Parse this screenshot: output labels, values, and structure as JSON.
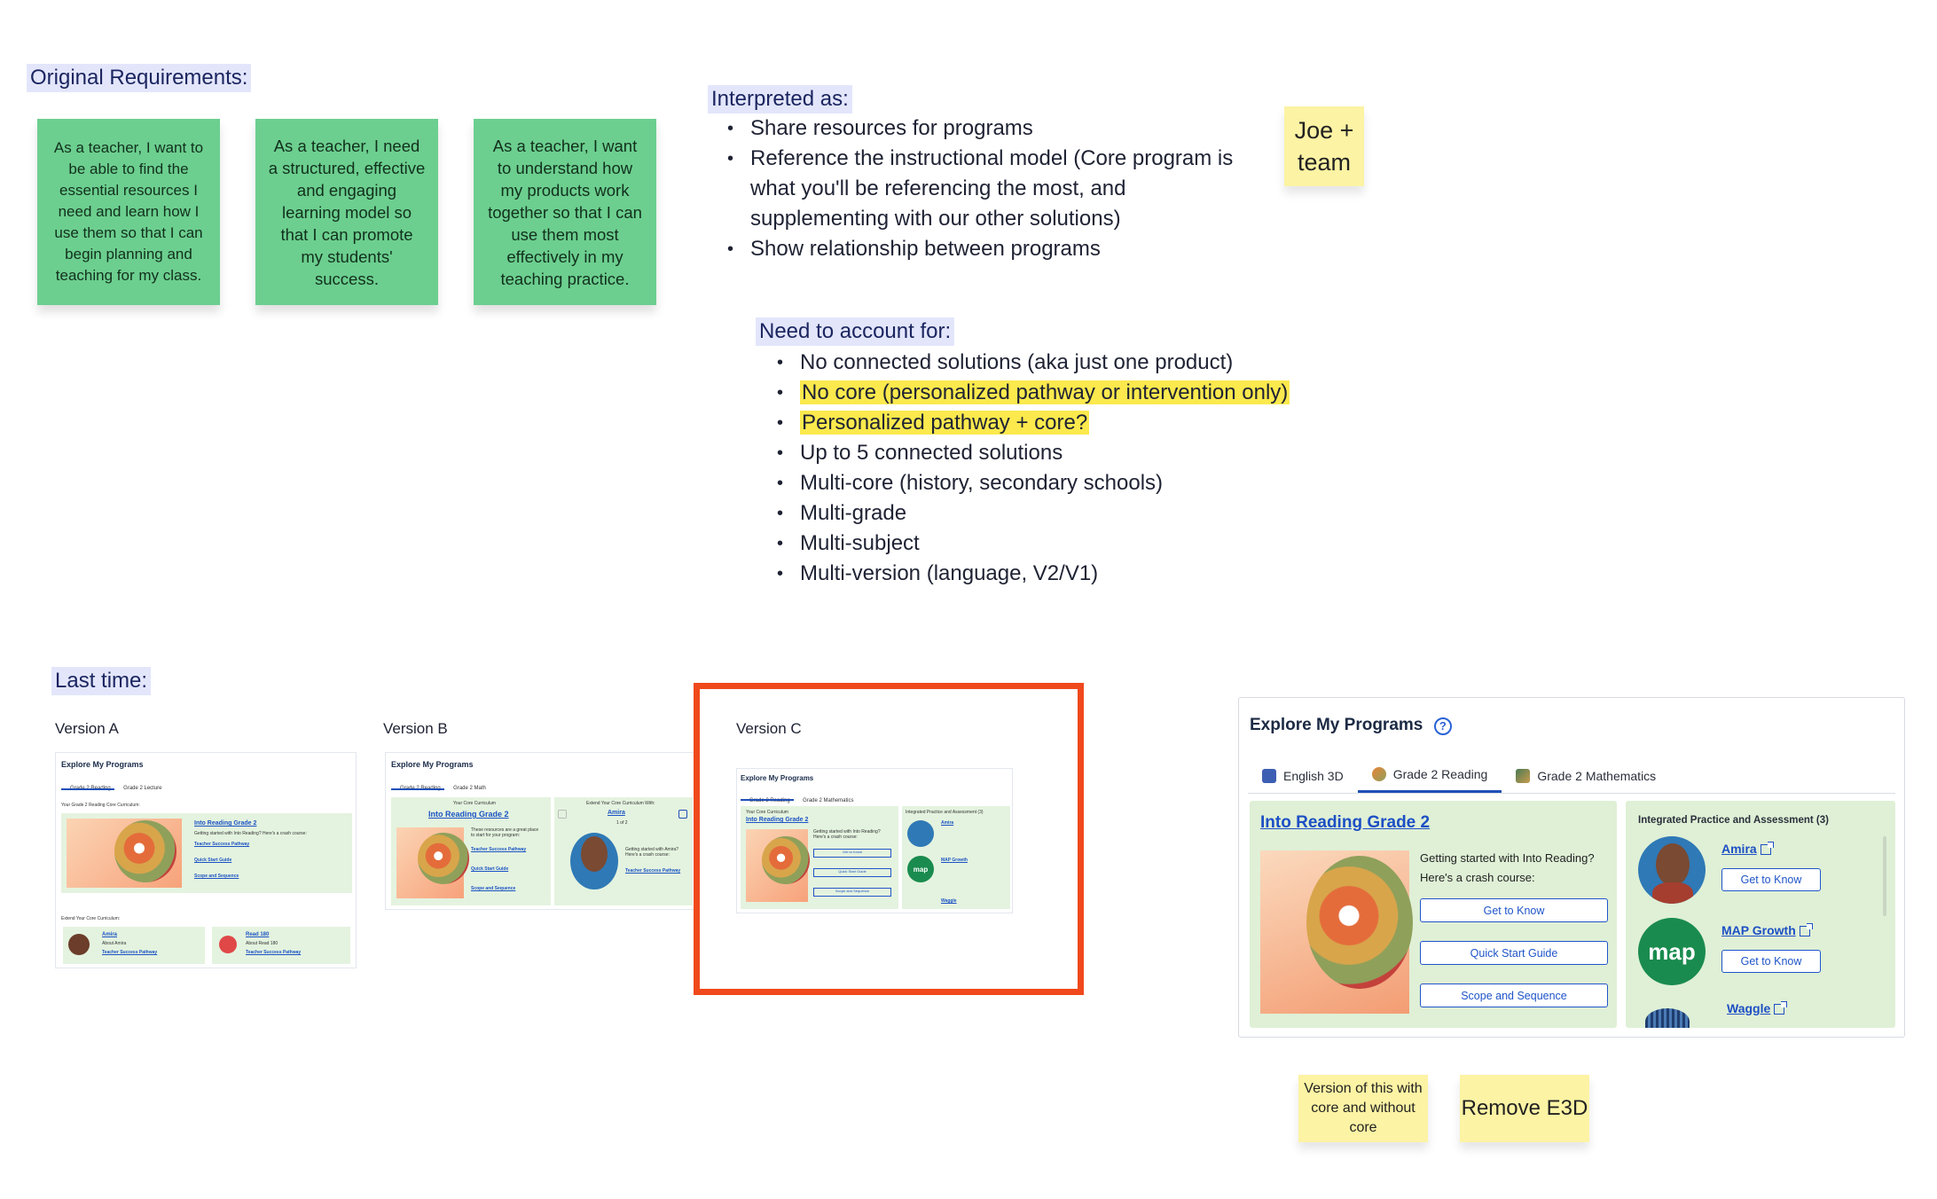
{
  "original_requirements": {
    "heading": "Original Requirements:",
    "stickies": [
      "As a teacher, I want to be able to find the essential resources I need and learn how I use them so that I can begin planning and teaching for my class.",
      "As a teacher, I need a structured, effective and engaging learning model so that I can promote my students' success.",
      "As a teacher, I want to  understand how my products work together so that I can use them most effectively in my teaching practice."
    ]
  },
  "interpreted": {
    "heading": "Interpreted as:",
    "items": [
      "Share resources for programs",
      "Reference the instructional model (Core program is what you'll be referencing the most, and supplementing with our other solutions)",
      "Show relationship between programs"
    ]
  },
  "joe_sticky": "Joe + team",
  "account_for": {
    "heading": "Need to account for:",
    "items": [
      "No connected solutions (aka just one product)",
      "No core (personalized pathway or intervention only)",
      "Personalized pathway + core?",
      "Up to 5 connected solutions",
      "Multi-core (history, secondary schools)",
      "Multi-grade",
      "Multi-subject",
      "Multi-version (language, V2/V1)"
    ],
    "highlight_color": "#fbe94d"
  },
  "last_time": {
    "heading": "Last time:",
    "version_a": {
      "label": "Version A",
      "title": "Explore My Programs",
      "tabs": [
        "Grade 2 Reading",
        "Grade 2 Lecture"
      ],
      "section": "Your Grade 2 Reading Core Curriculum:",
      "program": "Into Reading Grade 2",
      "intro": "Getting started with Into Reading? Here's a crash course:",
      "links": [
        "Teacher Success Pathway",
        "Quick Start Guide",
        "Scope and Sequence"
      ],
      "extend": "Extend Your Core Curriculum:",
      "extras": [
        {
          "name": "Amira",
          "about": "About Amira",
          "link": "Teacher Success Pathway"
        },
        {
          "name": "Read 180",
          "about": "About Read 180",
          "link": "Teacher Success Pathway"
        }
      ]
    },
    "version_b": {
      "label": "Version B",
      "title": "Explore My Programs",
      "tabs": [
        "Grade 2 Reading",
        "Grade 2 Math"
      ],
      "section": "Your Core Curriculum",
      "program": "Into Reading Grade 2",
      "intro": "These resources are a great place to start for your program:",
      "links": [
        "Teacher Success Pathway",
        "Quick Start Guide",
        "Scope and Sequence"
      ],
      "extend": "Extend Your Core Curriculum With:",
      "extra_name": "Amira",
      "extra_intro": "Getting started with Amira? Here's a crash course:",
      "extra_link": "Teacher Success Pathway",
      "pager": "1 of 2"
    },
    "version_c": {
      "label": "Version C",
      "title": "Explore My Programs",
      "tabs": [
        "Grade 2 Reading",
        "Grade 2 Mathematics"
      ],
      "section": "Your Core Curriculum",
      "program": "Into Reading Grade 2",
      "intro": "Getting started with Into Reading? Here's a crash course:",
      "buttons": [
        "Get to Know",
        "Quick Start Guide",
        "Scope and Sequence"
      ],
      "right_heading": "Integrated Practice and Assessment (3)",
      "extras": [
        "Amira",
        "MAP Growth",
        "Waggle"
      ],
      "highlight_border": "#f0491c"
    }
  },
  "explore": {
    "title": "Explore My Programs",
    "help_icon": "question-circle-icon",
    "tabs": [
      "English 3D",
      "Grade 2 Reading",
      "Grade 2 Mathematics"
    ],
    "active_tab": "Grade 2 Reading",
    "program_title": "Into Reading Grade 2",
    "intro": "Getting started with Into Reading? Here's a crash course:",
    "buttons": [
      "Get to Know",
      "Quick Start Guide",
      "Scope and Sequence"
    ],
    "right_heading": "Integrated Practice and Assessment (3)",
    "solutions": [
      {
        "name": "Amira",
        "button": "Get to Know"
      },
      {
        "name": "MAP Growth",
        "button": "Get to Know",
        "logo": "map"
      },
      {
        "name": "Waggle"
      }
    ],
    "panel_color": "#dff0d6",
    "link_color": "#1d4fc4"
  },
  "notes": {
    "version_note": "Version of this with core and without core",
    "remove_note": "Remove E3D"
  }
}
